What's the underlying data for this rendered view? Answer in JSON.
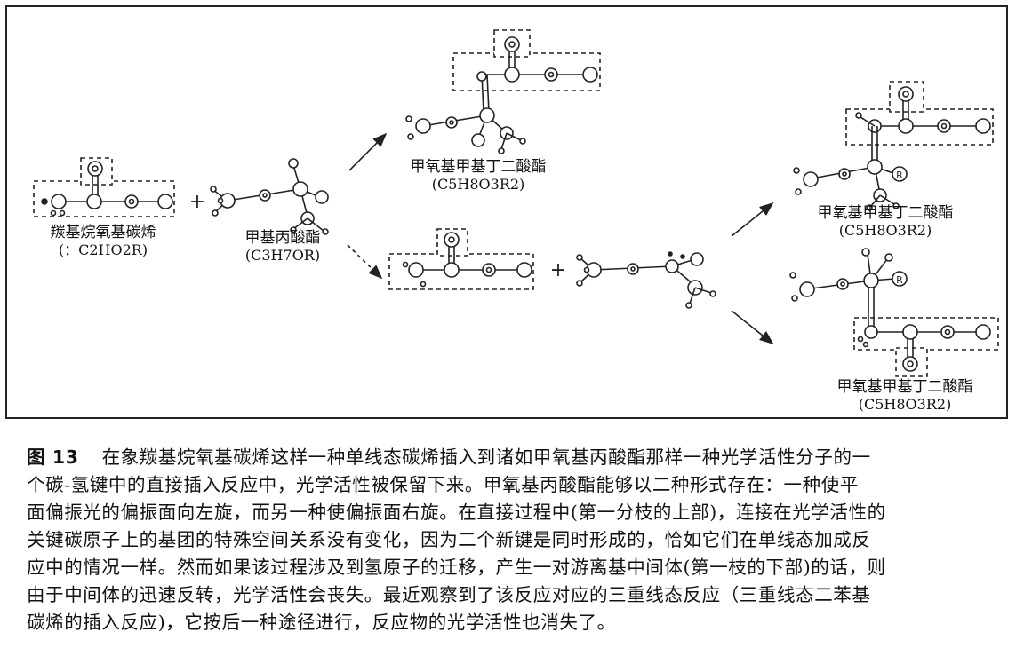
{
  "figure": {
    "molecules": [
      {
        "name": "羰基烷氧基碳烯",
        "formula": "(：C2HO2R)"
      },
      {
        "name": "甲基丙酸酯",
        "formula": "(C3H7OR)"
      },
      {
        "name": "甲氧基甲基丁二酸酯",
        "formula": "(C5H8O3R2)"
      },
      {
        "name": "甲氧基甲基丁二酸酯",
        "formula": "(C5H8O3R2)"
      },
      {
        "name": "甲氧基甲基丁二酸酯",
        "formula": "(C5H8O3R2)"
      }
    ],
    "operators": [
      "+",
      "+"
    ],
    "atom_label": "R"
  },
  "caption": {
    "number": "图 13",
    "lines": [
      "在象羰基烷氧基碳烯这样一种单线态碳烯插入到诸如甲氧基丙酸酯那样一种光学活性分子的一",
      "个碳-氢键中的直接插入反应中，光学活性被保留下来。甲氧基丙酸酯能够以二种形式存在：一种使平",
      "面偏振光的偏振面向左旋，而另一种使偏振面右旋。在直接过程中(第一分枝的上部)，连接在光学活性的",
      "关键碳原子上的基团的特殊空间关系没有变化，因为二个新键是同时形成的，恰如它们在单线态加成反",
      "应中的情况一样。然而如果该过程涉及到氢原子的迁移，产生一对游离基中间体(第一枝的下部)的话，则",
      "由于中间体的迅速反转，光学活性会丧失。最近观察到了该反应对应的三重线态反应（三重线态二苯基",
      "碳烯的插入反应)，它按后一种途径进行，反应物的光学活性也消失了。"
    ]
  }
}
